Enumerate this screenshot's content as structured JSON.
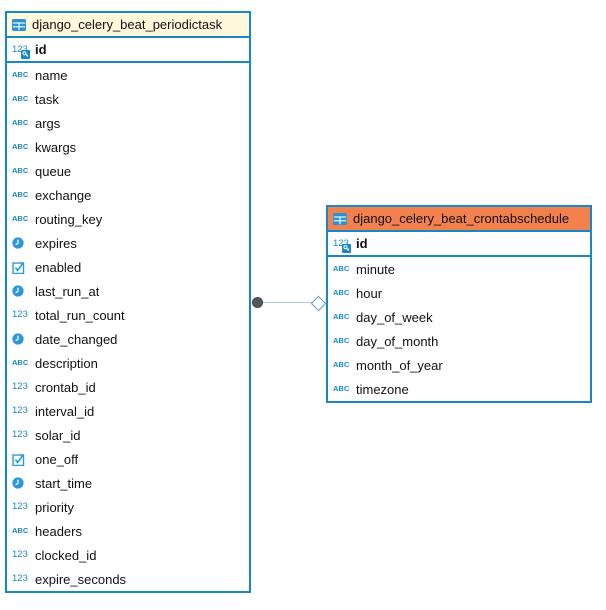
{
  "colors": {
    "entity_border": "#1787C5",
    "left_header_bg": "#FFF8DC",
    "right_header_bg": "#F2814D",
    "icon_blue": "#1787C5",
    "relation_line": "#A9CFE7",
    "relation_endpoint_circle": "#575757",
    "relation_endpoint_diamond_border": "#55A0CE"
  },
  "icons": {
    "table": "table-grid-icon",
    "string_label": "ABC",
    "number_label": "123",
    "datetime": "clock-icon",
    "boolean": "checkbox-icon",
    "primary_key": "key-badge-icon"
  },
  "tables": {
    "periodictask": {
      "title": "django_celery_beat_periodictask",
      "primary_key": "id",
      "columns": [
        {
          "name": "name",
          "type": "string"
        },
        {
          "name": "task",
          "type": "string"
        },
        {
          "name": "args",
          "type": "string"
        },
        {
          "name": "kwargs",
          "type": "string"
        },
        {
          "name": "queue",
          "type": "string"
        },
        {
          "name": "exchange",
          "type": "string"
        },
        {
          "name": "routing_key",
          "type": "string"
        },
        {
          "name": "expires",
          "type": "datetime"
        },
        {
          "name": "enabled",
          "type": "boolean"
        },
        {
          "name": "last_run_at",
          "type": "datetime"
        },
        {
          "name": "total_run_count",
          "type": "number"
        },
        {
          "name": "date_changed",
          "type": "datetime"
        },
        {
          "name": "description",
          "type": "string"
        },
        {
          "name": "crontab_id",
          "type": "number"
        },
        {
          "name": "interval_id",
          "type": "number"
        },
        {
          "name": "solar_id",
          "type": "number"
        },
        {
          "name": "one_off",
          "type": "boolean"
        },
        {
          "name": "start_time",
          "type": "datetime"
        },
        {
          "name": "priority",
          "type": "number"
        },
        {
          "name": "headers",
          "type": "string"
        },
        {
          "name": "clocked_id",
          "type": "number"
        },
        {
          "name": "expire_seconds",
          "type": "number"
        }
      ]
    },
    "crontabschedule": {
      "title": "django_celery_beat_crontabschedule",
      "primary_key": "id",
      "columns": [
        {
          "name": "minute",
          "type": "string"
        },
        {
          "name": "hour",
          "type": "string"
        },
        {
          "name": "day_of_week",
          "type": "string"
        },
        {
          "name": "day_of_month",
          "type": "string"
        },
        {
          "name": "month_of_year",
          "type": "string"
        },
        {
          "name": "timezone",
          "type": "string"
        }
      ]
    }
  }
}
